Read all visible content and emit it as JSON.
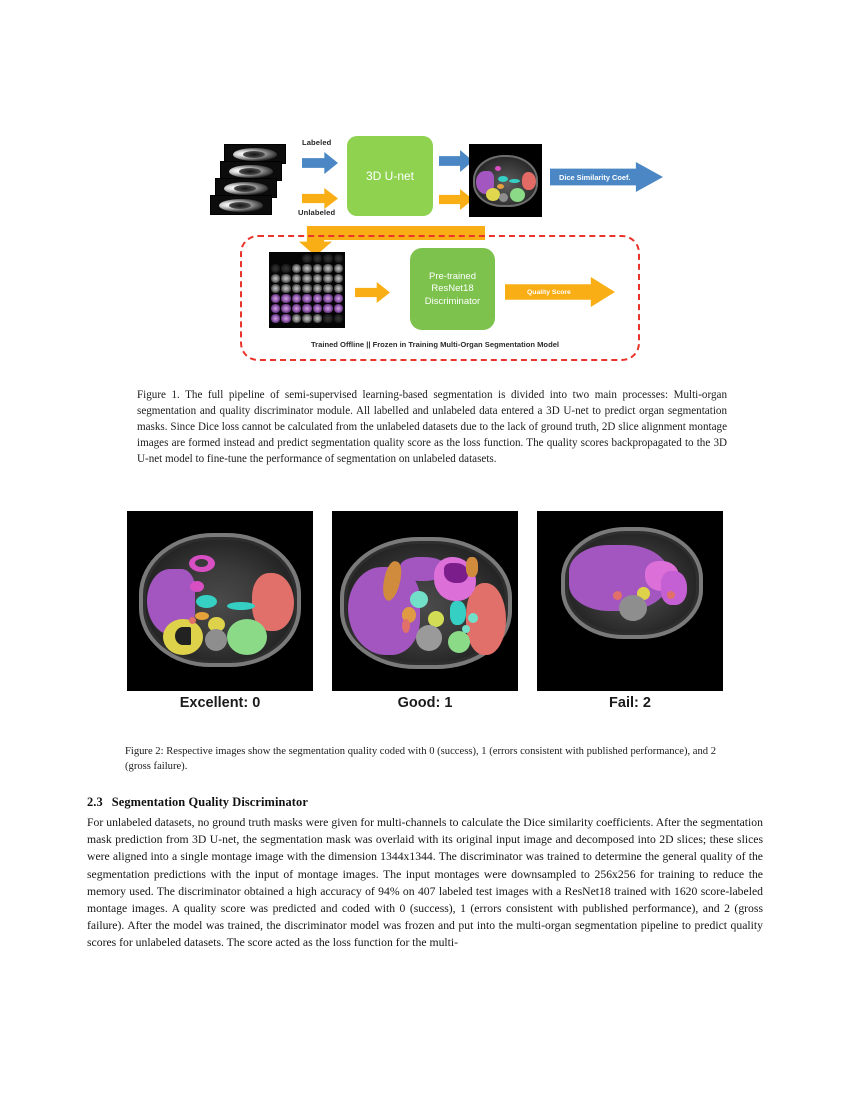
{
  "figure1": {
    "labels": {
      "labeled": "Labeled",
      "unlabeled": "Unlabeled",
      "unet": "3D U-net",
      "dice": "Dice Similarity Coef.",
      "disc_line1": "Pre-trained",
      "disc_line2": "ResNet18",
      "disc_line3": "Discriminator",
      "quality_score": "Quality Score",
      "offline_note": "Trained Offline || Frozen in Training Multi-Organ Segmentation Model"
    },
    "colors": {
      "unet_green": "#8ed24f",
      "disc_green": "#7cc24c",
      "arrow_blue": "#4a87c4",
      "arrow_amber": "#f9ae15",
      "dashed_red": "#e8342a"
    },
    "caption": "Figure 1.  The full pipeline of semi-supervised learning-based segmentation is divided into two main processes: Multi-organ segmentation and quality discriminator module. All labelled and unlabeled data entered a 3D U-net to predict organ segmentation masks. Since Dice loss cannot be calculated from the unlabeled datasets due to the lack of ground truth, 2D slice alignment montage images are formed instead and predict segmentation quality score as the loss function. The quality scores backpropagated to the 3D U-net model to fine-tune the performance of segmentation on unlabeled datasets."
  },
  "figure2": {
    "panels": [
      {
        "label": "Excellent: 0"
      },
      {
        "label": "Good: 1"
      },
      {
        "label": "Fail: 2"
      }
    ],
    "organ_colors": {
      "liver": "#a356c0",
      "spleen": "#e2706a",
      "kidney_right": "#ded24a",
      "kidney_left": "#8ada87",
      "stomach": "#d84fc4",
      "pancreas": "#e5a13c",
      "vessels": "#35cfc4",
      "spine": "#8e8e8e"
    },
    "caption": "Figure 2: Respective images show the segmentation quality coded with 0 (success), 1 (errors consistent with published performance), and 2 (gross failure)."
  },
  "section": {
    "number": "2.3",
    "title": "Segmentation Quality Discriminator",
    "paragraph": "For unlabeled datasets, no ground truth masks were given for multi-channels to calculate the Dice similarity coefficients. After the segmentation mask prediction from 3D U-net, the segmentation mask was overlaid with its original input image and decomposed into 2D slices; these slices were aligned into a single montage image with the dimension 1344x1344. The discriminator was trained to determine the general quality of the segmentation predictions with the input of montage images. The input montages were downsampled to 256x256 for training to reduce the memory used. The discriminator obtained a high accuracy of 94% on 407 labeled test images with a ResNet18 trained with 1620 score-labeled montage images. A quality score was predicted and coded with 0 (success), 1 (errors consistent with published performance), and 2 (gross failure). After the model was trained, the discriminator model was frozen and put into the multi-organ segmentation pipeline to predict quality scores for unlabeled datasets. The score acted as the loss function for the multi-"
  }
}
